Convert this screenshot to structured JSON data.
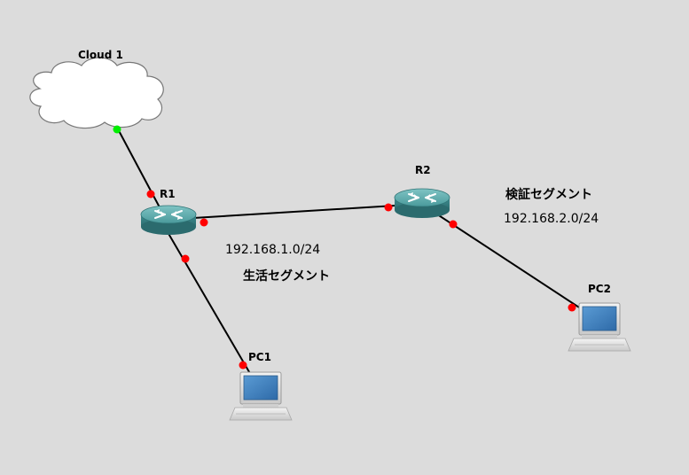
{
  "nodes": {
    "cloud1": {
      "label": "Cloud 1"
    },
    "r1": {
      "label": "R1"
    },
    "r2": {
      "label": "R2"
    },
    "pc1": {
      "label": "PC1"
    },
    "pc2": {
      "label": "PC2"
    }
  },
  "segments": {
    "living": {
      "name": "生活セグメント",
      "network": "192.168.1.0/24"
    },
    "test": {
      "name": "検証セグメント",
      "network": "192.168.2.0/24"
    }
  },
  "colors": {
    "background": "#dcdcdc",
    "link": "#000000",
    "port_down": "#ff0000",
    "port_up": "#00ee00",
    "router_body": "#3f8e91",
    "pc_screen": "#3d7bb6"
  },
  "icons": {
    "cloud": "cloud-icon",
    "router": "router-icon",
    "pc": "pc-icon"
  }
}
